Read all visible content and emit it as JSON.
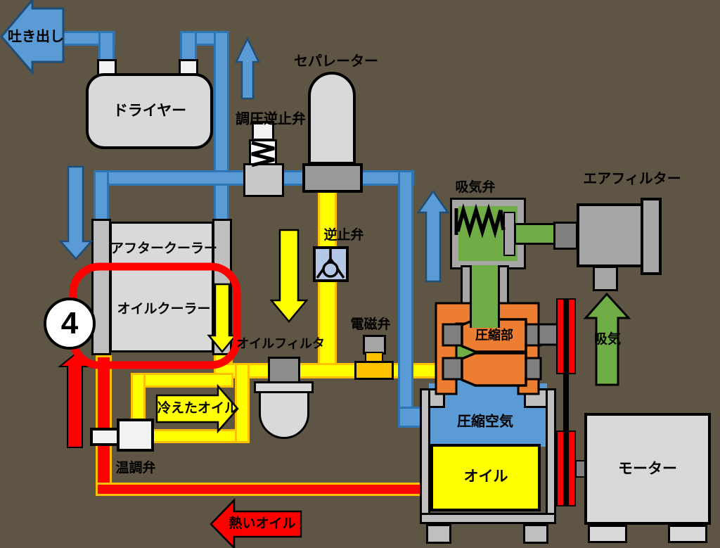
{
  "diagram": {
    "type": "oil-cooled air compressor flow diagram",
    "step_number": "4",
    "background_color": "#5e5544",
    "colors": {
      "air_pipe_blue": "#5b9bd5",
      "air_pipe_border": "#2e75b6",
      "cool_oil_yellow": "#ffff00",
      "hot_oil_red": "#ff0000",
      "oil_pipe_border_orange": "#ffc000",
      "intake_green": "#70ad47",
      "compressor_casing_orange": "#ed7d31",
      "equipment_gray": "#d9d9d9",
      "tank_gray": "#bfbfbf",
      "check_valve_blue": "#b4c7e7",
      "highlight_red": "#ff0000"
    },
    "labels": {
      "discharge": "吐き出し",
      "dryer": "ドライヤー",
      "separator": "セパレーター",
      "pressure_check_valve": "調圧逆止弁",
      "aftercooler": "アフタークーラー",
      "oil_cooler": "オイルクーラー",
      "check_valve": "逆止弁",
      "oil_filter": "オイルフィルタ",
      "solenoid_valve": "電磁弁",
      "intake_valve": "吸気弁",
      "air_filter": "エアフィルター",
      "intake": "吸気",
      "compression_part": "圧縮部",
      "compressed_air": "圧縮空気",
      "oil": "オイル",
      "motor": "モーター",
      "cooled_oil": "冷えたオイル",
      "temp_control_valve": "温調弁",
      "hot_oil": "熱いオイル",
      "step_number": "4"
    }
  }
}
